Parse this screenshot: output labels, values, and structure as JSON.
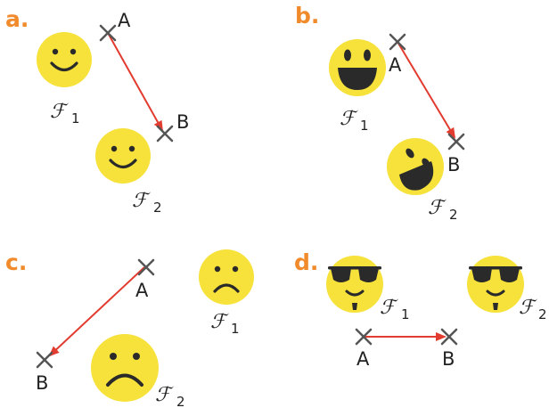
{
  "colors": {
    "accent": "#f08a2b",
    "face": "#f6e23a",
    "feature": "#2a2a2a",
    "arrow": "#e23b2f",
    "cross": "#555555"
  },
  "panels": [
    {
      "label": "a.",
      "start": "A",
      "end": "B",
      "face1": "ℱ",
      "sub1": "1",
      "face2": "ℱ",
      "sub2": "2",
      "expression": "smile"
    },
    {
      "label": "b.",
      "start": "A",
      "end": "B",
      "face1": "ℱ",
      "sub1": "1",
      "face2": "ℱ",
      "sub2": "2",
      "expression": "grin"
    },
    {
      "label": "c.",
      "start": "A",
      "end": "B",
      "face1": "ℱ",
      "sub1": "1",
      "face2": "ℱ",
      "sub2": "2",
      "expression": "frown"
    },
    {
      "label": "d.",
      "start": "A",
      "end": "B",
      "face1": "ℱ",
      "sub1": "1",
      "face2": "ℱ",
      "sub2": "2",
      "expression": "sunglasses"
    }
  ]
}
